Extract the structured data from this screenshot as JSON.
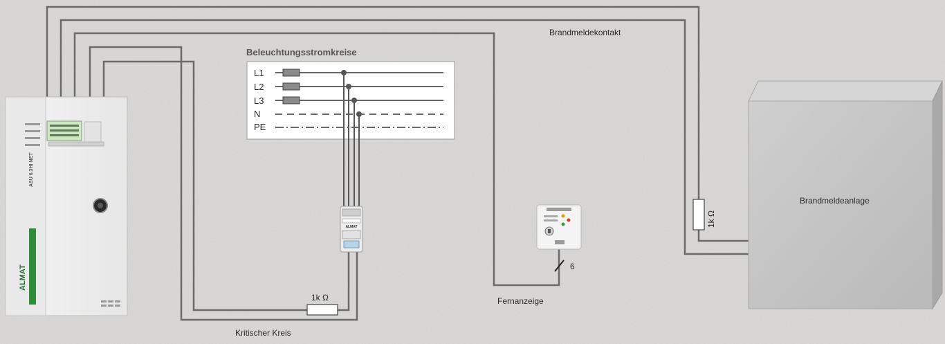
{
  "labels": {
    "lighting_circuits": "Beleuchtungsstromkreise",
    "fire_contact": "Brandmeldekontakt",
    "fire_system": "Brandmeldeanlage",
    "remote_display": "Fernanzeige",
    "critical_circuit": "Kritischer Kreis",
    "resistor_bottom": "1k Ω",
    "resistor_right": "1k Ω",
    "wire_count": "6"
  },
  "conductors": [
    "L1",
    "L2",
    "L3",
    "N",
    "PE"
  ],
  "cabinet": {
    "brand": "ALMAT",
    "model": "ASU 6.3HI NET"
  },
  "module": {
    "brand": "ALMAT"
  },
  "colors": {
    "wire": "#6a6a6a",
    "background": "#d9d8d6",
    "panel": "#ececec",
    "brand_green": "#2e8b3a",
    "box": "#c4c4c4"
  }
}
